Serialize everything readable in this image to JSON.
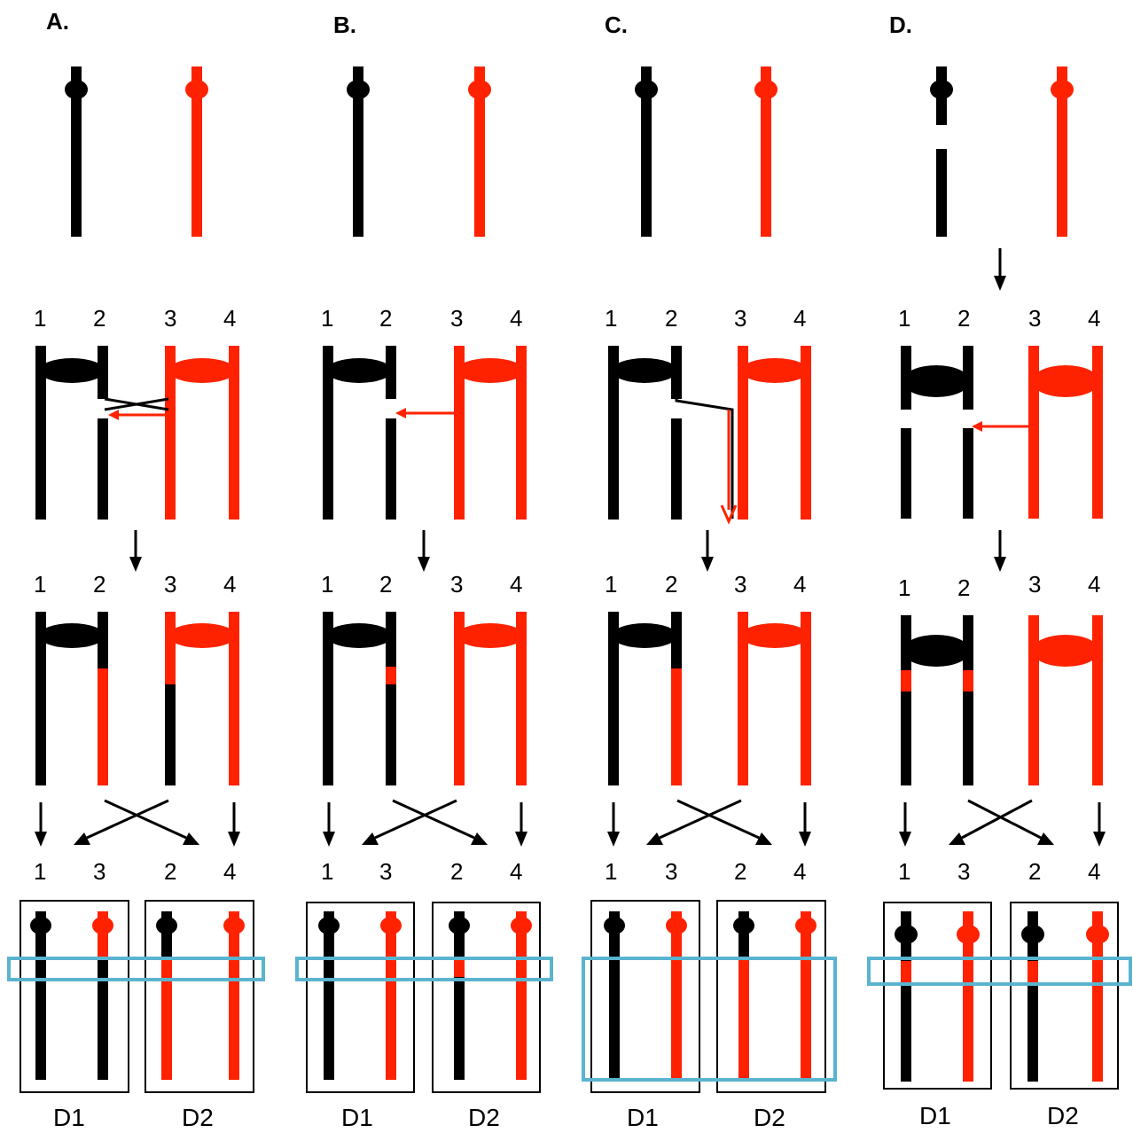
{
  "colors": {
    "black": "#000000",
    "red": "#ff2200",
    "cyan": "#5ab4cf",
    "box": "#000000"
  },
  "panels": [
    {
      "letter": "A.",
      "stage2_numbers": [
        "1",
        "2",
        "3",
        "4"
      ],
      "stage3_numbers": [
        "1",
        "2",
        "3",
        "4"
      ],
      "stage4_numbers": [
        "1",
        "3",
        "2",
        "4"
      ],
      "daughters": [
        "D1",
        "D2"
      ]
    },
    {
      "letter": "B.",
      "stage2_numbers": [
        "1",
        "2",
        "3",
        "4"
      ],
      "stage3_numbers": [
        "1",
        "2",
        "3",
        "4"
      ],
      "stage4_numbers": [
        "1",
        "3",
        "2",
        "4"
      ],
      "daughters": [
        "D1",
        "D2"
      ]
    },
    {
      "letter": "C.",
      "stage2_numbers": [
        "1",
        "2",
        "3",
        "4"
      ],
      "stage3_numbers": [
        "1",
        "2",
        "3",
        "4"
      ],
      "stage4_numbers": [
        "1",
        "3",
        "2",
        "4"
      ],
      "daughters": [
        "D1",
        "D2"
      ]
    },
    {
      "letter": "D.",
      "stage2_numbers": [
        "1",
        "2",
        "3",
        "4"
      ],
      "stage3_numbers": [
        "1",
        "2",
        "3",
        "4"
      ],
      "stage4_numbers": [
        "1",
        "3",
        "2",
        "4"
      ],
      "daughters": [
        "D1",
        "D2"
      ]
    }
  ]
}
